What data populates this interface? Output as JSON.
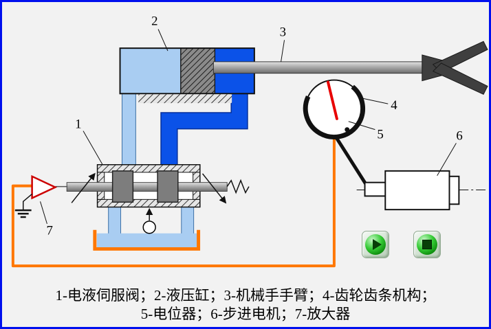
{
  "window": {
    "border_color": "#0010ee",
    "background": "#f2f2f2"
  },
  "diagram": {
    "callouts": {
      "c1": "1",
      "c2": "2",
      "c3": "3",
      "c4": "4",
      "c5": "5",
      "c6": "6",
      "c7": "7"
    },
    "colors": {
      "pipe_blue": "#0b52e8",
      "fluid_light_blue": "#a9cdf2",
      "feedback_wire_orange": "#ff7700",
      "needle_red": "#e80000",
      "amplifier_outline_red": "#cc0000",
      "button_green": "#1fae1f"
    },
    "components": {
      "servo_valve": "1",
      "hydraulic_cylinder": "2",
      "manipulator_arm": "3",
      "gear_rack": "4",
      "potentiometer": "5",
      "stepper_motor": "6",
      "amplifier": "7"
    }
  },
  "controls": {
    "play_icon": "play-icon",
    "stop_icon": "stop-icon"
  },
  "caption": {
    "line1": "1-电液伺服阀；2-液压缸；3-机械手手臂；4-齿轮齿条机构；",
    "line2": "5-电位器；6-步进电机；7-放大器"
  }
}
